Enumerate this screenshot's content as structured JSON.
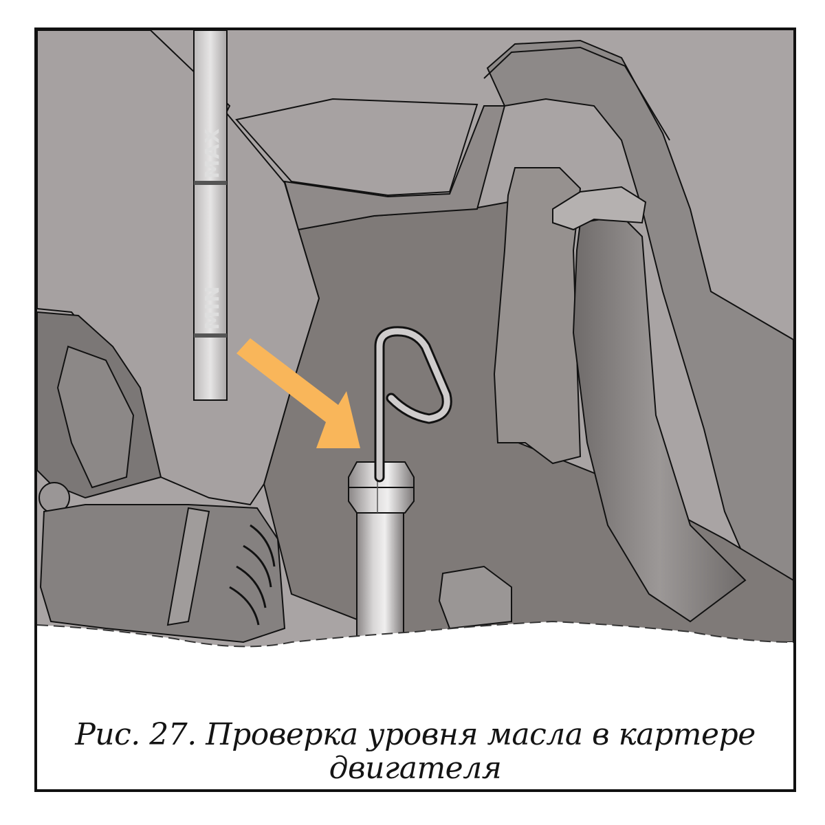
{
  "figure": {
    "caption_line1": "Рис. 27. Проверка уровня масла в картере",
    "caption_line2": "двигателя"
  },
  "dipstick": {
    "max_label": "MAX",
    "min_label": "MIN"
  },
  "colors": {
    "background_gray": "#a9a4a4",
    "dark_gray": "#7e7977",
    "mid_gray": "#8f8a89",
    "outline": "#111111",
    "arrow": "#f9b65a",
    "frame": "#111111"
  },
  "icons": {
    "arrow": "down-right-arrow-icon"
  }
}
